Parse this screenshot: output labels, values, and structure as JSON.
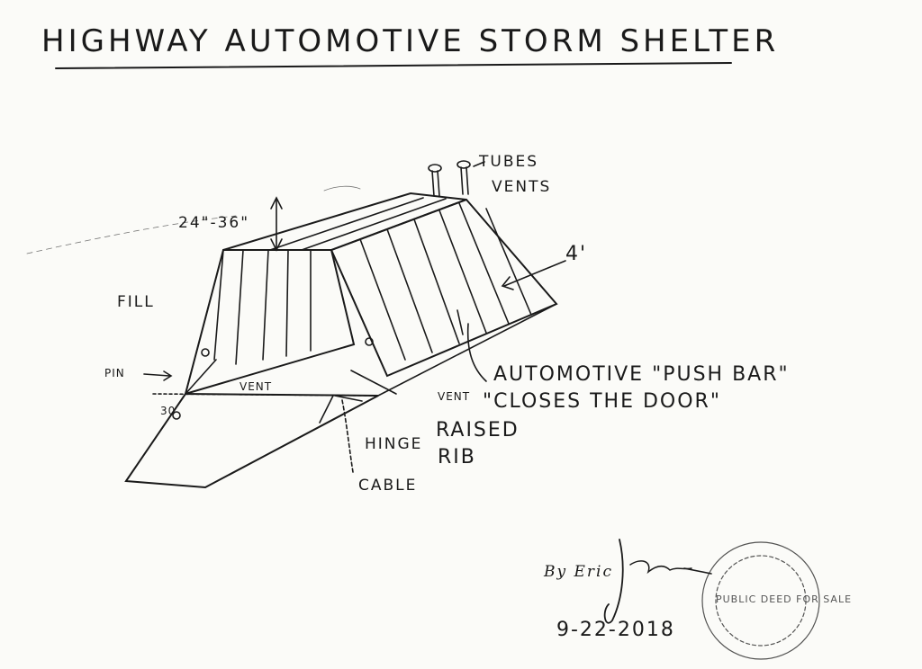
{
  "title": "HIGHWAY AUTOMOTIVE STORM SHELTER",
  "labels": {
    "tubes": "TUBES",
    "vents_top": "VENTS",
    "height": "24\"-36\"",
    "width": "4'",
    "fill": "FILL",
    "pin": "PIN",
    "vent_left": "VENT",
    "vent_right": "VENT",
    "angle": "30",
    "hinge": "HINGE",
    "raised": "RAISED",
    "rib": "RIB",
    "cable": "CABLE",
    "push_bar_line1": "AUTOMOTIVE \"PUSH BAR\"",
    "push_bar_line2": "\"CLOSES THE DOOR\""
  },
  "signature": {
    "by": "By Eric",
    "date": "9-22-2018"
  },
  "stamp": {
    "text": "PUBLIC DEED FOR SALE"
  },
  "colors": {
    "ink": "#1a1a1a",
    "paper": "#fbfbf8"
  }
}
